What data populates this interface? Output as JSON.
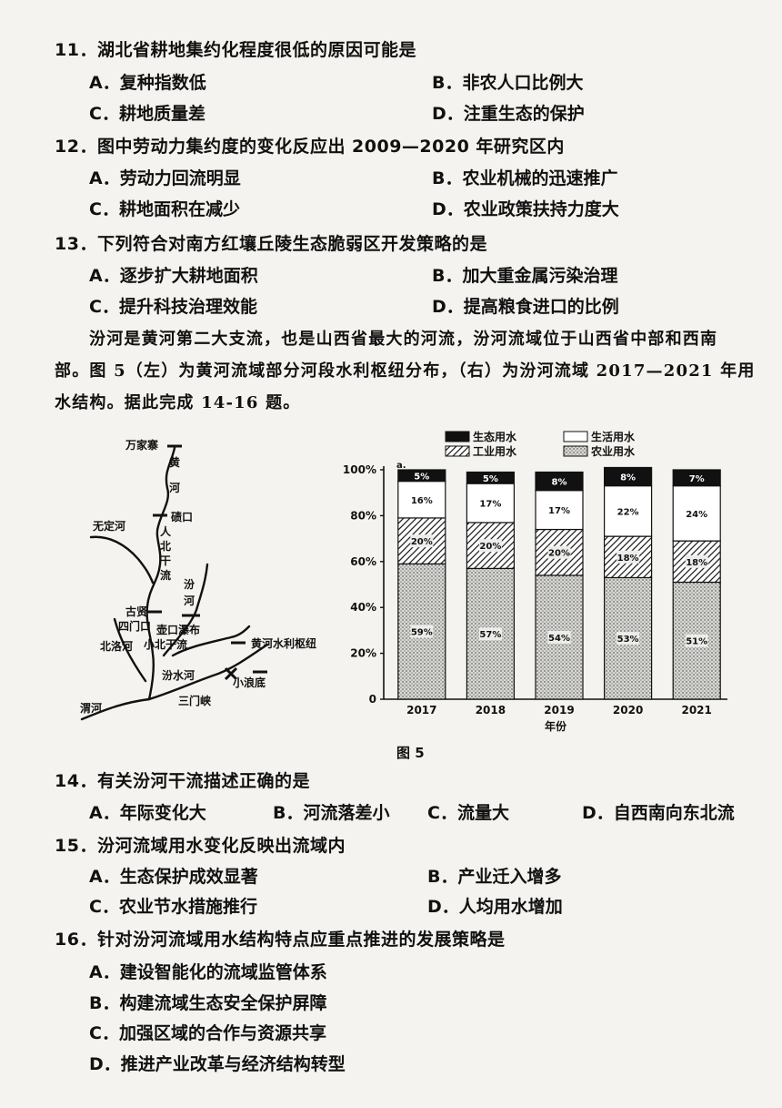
{
  "questions": {
    "q11": {
      "stem": "11．湖北省耕地集约化程度很低的原因可能是",
      "a": "A．复种指数低",
      "b": "B．非农人口比例大",
      "c": "C．耕地质量差",
      "d": "D．注重生态的保护"
    },
    "q12": {
      "stem": "12．图中劳动力集约度的变化反应出 2009—2020 年研究区内",
      "a": "A．劳动力回流明显",
      "b": "B．农业机械的迅速推广",
      "c": "C．耕地面积在减少",
      "d": "D．农业政策扶持力度大"
    },
    "q13": {
      "stem": "13．下列符合对南方红壤丘陵生态脆弱区开发策略的是",
      "a": "A．逐步扩大耕地面积",
      "b": "B．加大重金属污染治理",
      "c": "C．提升科技治理效能",
      "d": "D．提高粮食进口的比例"
    },
    "q14": {
      "stem": "14．有关汾河干流描述正确的是",
      "a": "A．年际变化大",
      "b": "B．河流落差小",
      "c": "C．流量大",
      "d": "D．自西南向东北流"
    },
    "q15": {
      "stem": "15．汾河流域用水变化反映出流域内",
      "a": "A．生态保护成效显著",
      "b": "B．产业迁入增多",
      "c": "C．农业节水措施推行",
      "d": "D．人均用水增加"
    },
    "q16": {
      "stem": "16．针对汾河流域用水结构特点应重点推进的发展策略是",
      "a": "A．建设智能化的流域监管体系",
      "b": "B．构建流域生态安全保护屏障",
      "c": "C．加强区域的合作与资源共享",
      "d": "D．推进产业改革与经济结构转型"
    }
  },
  "passage": {
    "line1": "汾河是黄河第二大支流，也是山西省最大的河流，汾河流域位于山西省中部和西南",
    "line2": "部。图 5（左）为黄河流域部分河段水利枢纽分布，（右）为汾河流域 2017—2021 年用",
    "line3": "水结构。据此完成 14-16 题。"
  },
  "map": {
    "labels": {
      "wanjiazhai": "万家寨",
      "huang": "黄",
      "he": "河",
      "qikou": "碛口",
      "ren": "人",
      "bei": "北",
      "gan": "干",
      "liu": "流",
      "wudinghe": "无定河",
      "fen": "汾",
      "fen_he": "河",
      "guxian": "古贤",
      "hukou": "壶口瀑布",
      "simenkou": "四门口",
      "xiaobeiganliu": "小北干流",
      "beiluohe": "北洛河",
      "weihe": "渭河",
      "sanmenxia": "三门峡",
      "xiaolangdi": "小浪底",
      "fenshui": "汾水河",
      "legend": "黄河水利枢纽"
    }
  },
  "chart_data": {
    "type": "bar",
    "stacked": true,
    "categories": [
      "2017",
      "2018",
      "2019",
      "2020",
      "2021"
    ],
    "series": [
      {
        "name": "农业用水",
        "values": [
          59,
          57,
          54,
          53,
          51
        ],
        "labels": [
          "59%",
          "57%",
          "54%",
          "53%",
          "51%"
        ]
      },
      {
        "name": "工业用水",
        "values": [
          20,
          20,
          20,
          18,
          18
        ],
        "labels": [
          "20%",
          "20%",
          "20%",
          "18%",
          "18%"
        ]
      },
      {
        "name": "生活用水",
        "values": [
          16,
          17,
          17,
          22,
          24
        ],
        "labels": [
          "16%",
          "17%",
          "17%",
          "22%",
          "24%"
        ]
      },
      {
        "name": "生态用水",
        "values": [
          5,
          5,
          8,
          8,
          7
        ],
        "labels": [
          "5%",
          "5%",
          "8%",
          "8%",
          "7%"
        ]
      }
    ],
    "yticks": [
      "0",
      "20%",
      "40%",
      "60%",
      "80%",
      "100%"
    ],
    "xlabel": "年份",
    "panel_tag": "a.",
    "ylim": [
      0,
      100
    ]
  },
  "figure_caption": "图 5"
}
